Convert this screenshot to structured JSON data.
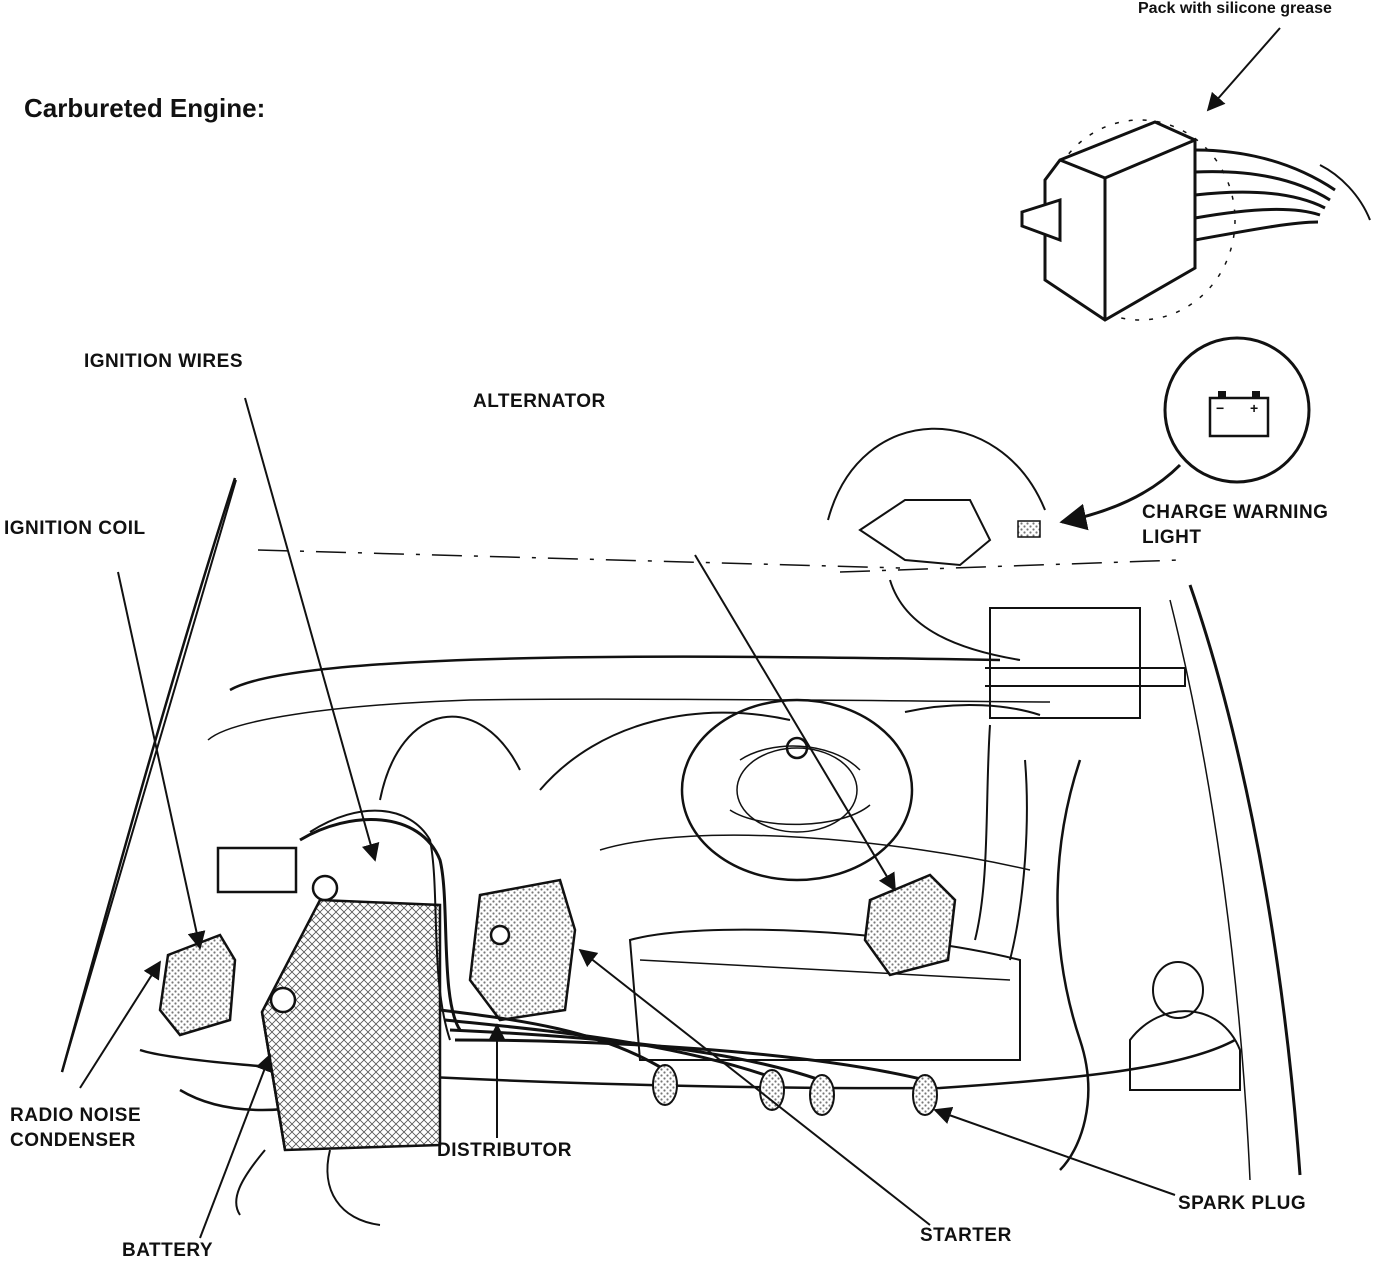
{
  "heading": "Carbureted Engine:",
  "callout_note": "Pack with silicone grease",
  "labels": {
    "ignition_wires": "IGNITION WIRES",
    "alternator": "ALTERNATOR",
    "ignition_coil": "IGNITION COIL",
    "charge_warning_light_line1": "CHARGE WARNING",
    "charge_warning_light_line2": "LIGHT",
    "radio_noise_condenser_line1": "RADIO NOISE",
    "radio_noise_condenser_line2": "CONDENSER",
    "distributor": "DISTRIBUTOR",
    "battery": "BATTERY",
    "starter": "STARTER",
    "spark_plug": "SPARK PLUG"
  },
  "icons": {
    "battery_symbol": "battery-warning-icon"
  },
  "colors": {
    "ink": "#111111",
    "paper": "#ffffff",
    "stipple": "#9a9a9a"
  }
}
